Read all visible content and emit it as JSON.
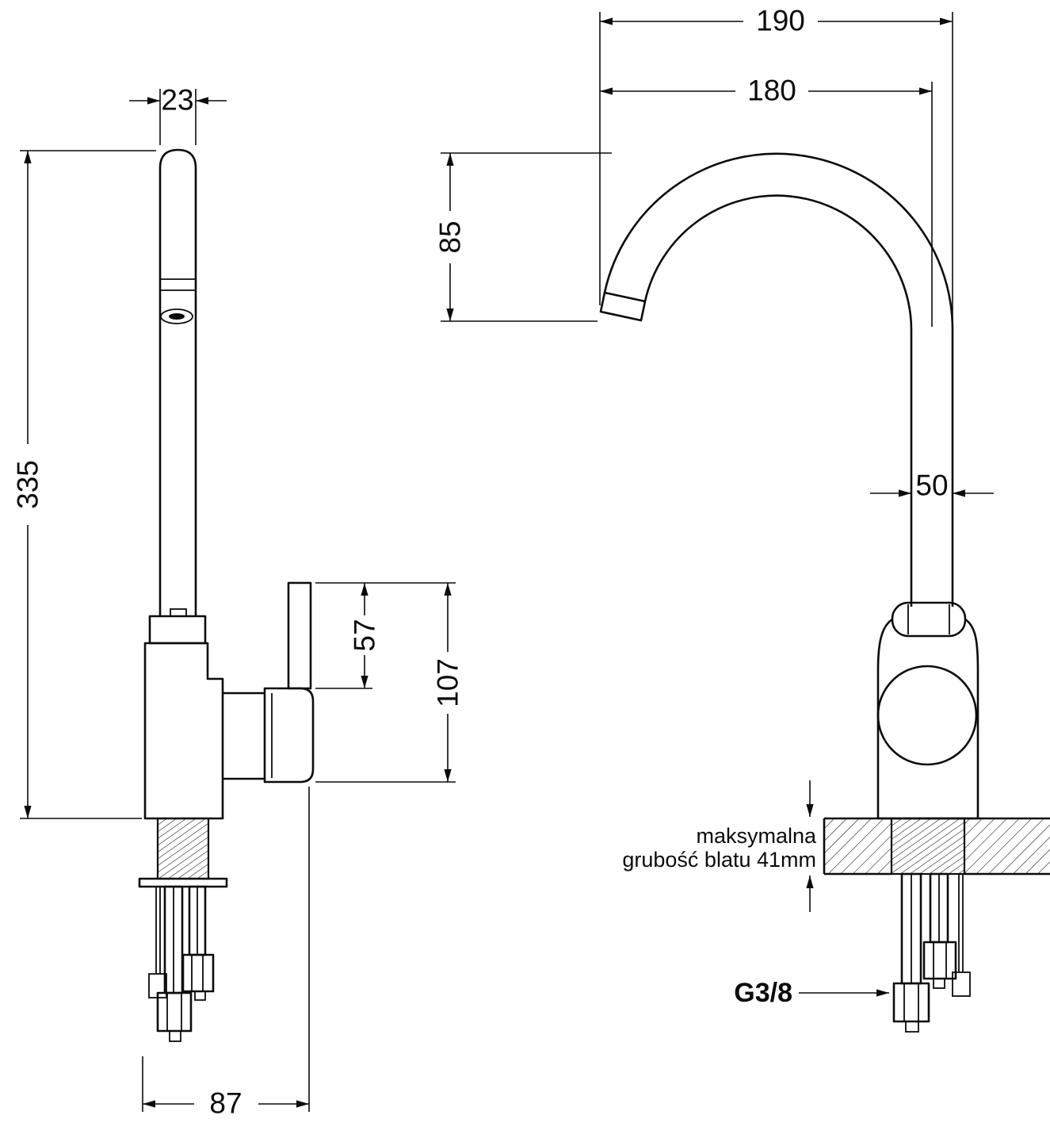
{
  "page": {
    "background": "#ffffff",
    "line_color": "#0b0b0b",
    "description": "Technical dimension drawing of a kitchen faucet, side view and front view"
  },
  "side_view": {
    "dim_spout_width": "23",
    "dim_total_height": "335",
    "dim_handle_height": "57",
    "dim_body_height": "107",
    "dim_base_depth": "87"
  },
  "front_view": {
    "dim_reach_outer": "190",
    "dim_reach_inner": "180",
    "dim_spout_drop": "85",
    "dim_pipe_width": "50",
    "counter_note_line1": "maksymalna",
    "counter_note_line2": "grubość blatu 41mm",
    "thread_size": "G3/8"
  }
}
